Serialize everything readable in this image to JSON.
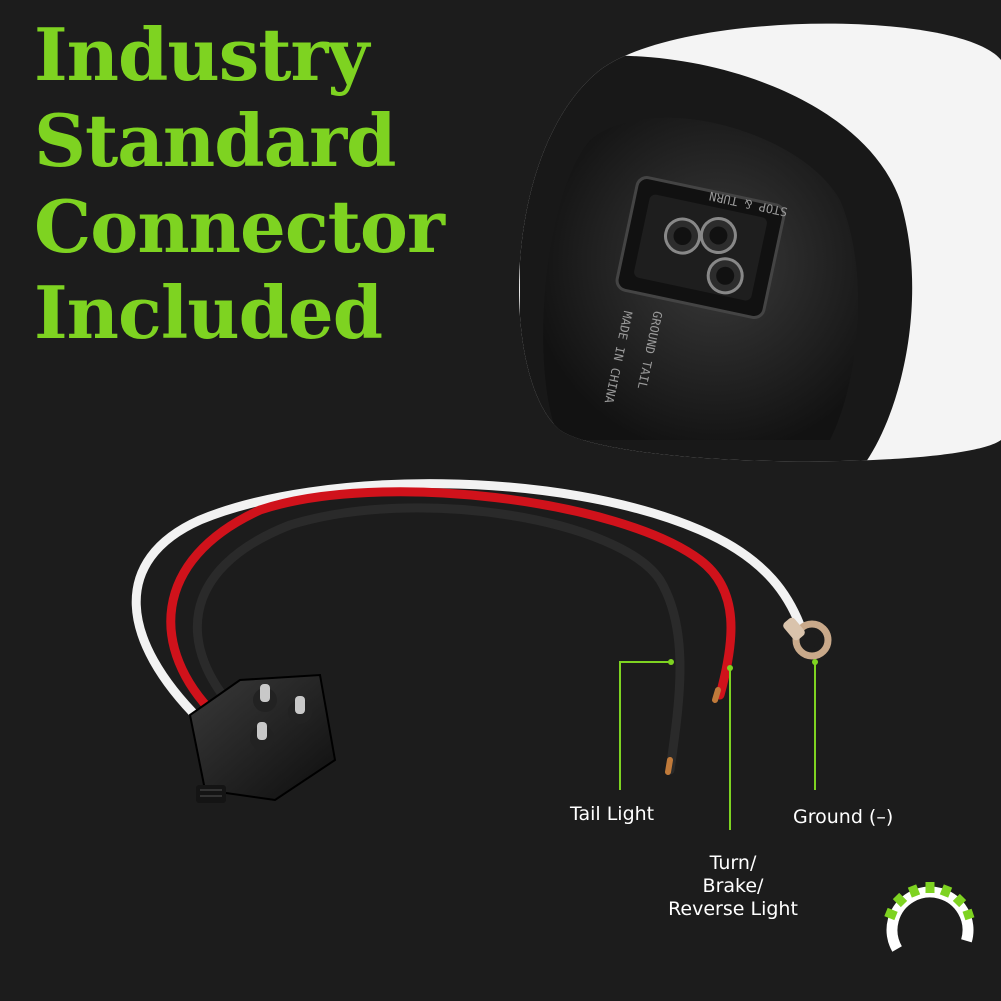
{
  "headline": {
    "lines": [
      "Industry",
      "Standard",
      "Connector",
      "Included"
    ]
  },
  "callouts": {
    "tail_light": "Tail Light",
    "ground": "Ground (–)",
    "turn_brake_reverse": [
      "Turn/",
      "Brake/",
      "Reverse Light"
    ]
  },
  "connector_inset": {
    "molded_text_top": "STOP & TURN",
    "molded_text_middle": "GROUND  TAIL",
    "molded_text_bottom": "MADE IN CHINA"
  },
  "colors": {
    "accent_green": "#7ed321",
    "background": "#1c1c1c",
    "wire_white": "#f2f2f2",
    "wire_red": "#d0121b",
    "wire_black": "#2a2a2a"
  },
  "icons": [
    "brand-ring-logo-icon"
  ]
}
